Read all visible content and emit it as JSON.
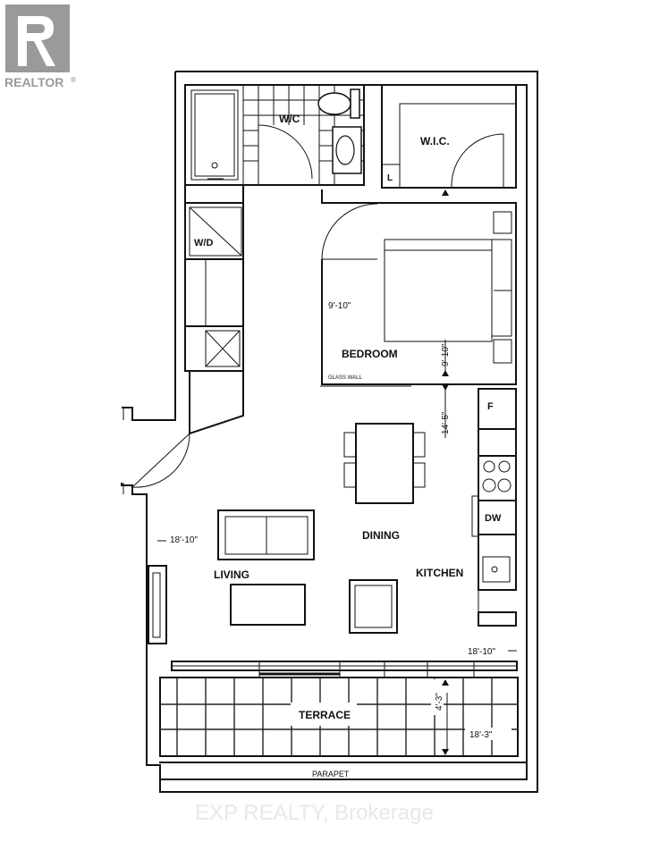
{
  "brand": {
    "logo_text": "REALTOR",
    "logo_mark": "®",
    "logo_color": "#9a9a9a"
  },
  "watermark": "EXP REALTY, Brokerage",
  "rooms": {
    "wc": "W/C",
    "wic": "W.I.C.",
    "linen": "L",
    "wd": "W/D",
    "bedroom": "BEDROOM",
    "glass_wall": "GLASS WALL",
    "fridge": "F",
    "dishwasher": "DW",
    "dining": "DINING",
    "living": "LIVING",
    "kitchen": "KITCHEN",
    "terrace": "TERRACE",
    "parapet": "PARAPET"
  },
  "dimensions": {
    "bedroom_width": "9'-10\"",
    "bedroom_depth": "9'-10\"",
    "kitchen_depth": "14'-5\"",
    "living_width": "18'-10\"",
    "kitchen_width": "18'-10\"",
    "terrace_depth": "4'-3\"",
    "terrace_width": "18'-3\""
  }
}
